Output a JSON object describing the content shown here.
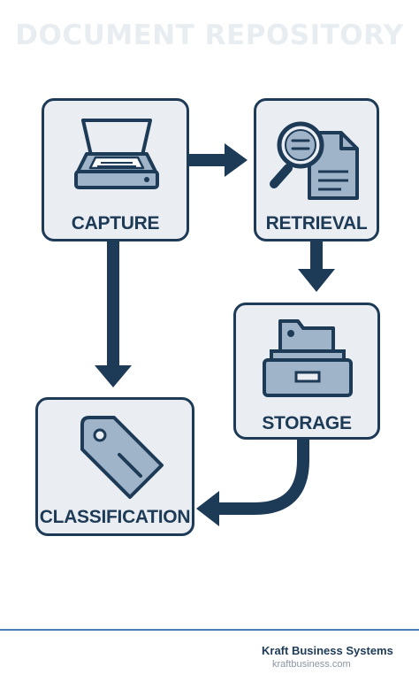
{
  "title": "DOCUMENT REPOSITORY",
  "colors": {
    "navy": "#1d3a56",
    "box_fill": "#eaeef2",
    "icon_fill": "#9fb4c8",
    "title_ghost": "#e8edf1",
    "footer_rule": "#4a7fb5"
  },
  "nodes": {
    "capture": {
      "label": "CAPTURE",
      "icon": "scanner-icon"
    },
    "retrieval": {
      "label": "RETRIEVAL",
      "icon": "magnifier-document-icon"
    },
    "storage": {
      "label": "STORAGE",
      "icon": "file-drawer-icon"
    },
    "classification": {
      "label": "CLASSIFICATION",
      "icon": "tag-icon"
    }
  },
  "edges": [
    {
      "from": "CAPTURE",
      "to": "RETRIEVAL"
    },
    {
      "from": "RETRIEVAL",
      "to": "STORAGE"
    },
    {
      "from": "STORAGE",
      "to": "CLASSIFICATION"
    },
    {
      "from": "CAPTURE",
      "to": "CLASSIFICATION"
    }
  ],
  "footer": {
    "company": "Kraft Business Systems",
    "website": "kraftbusiness.com"
  }
}
